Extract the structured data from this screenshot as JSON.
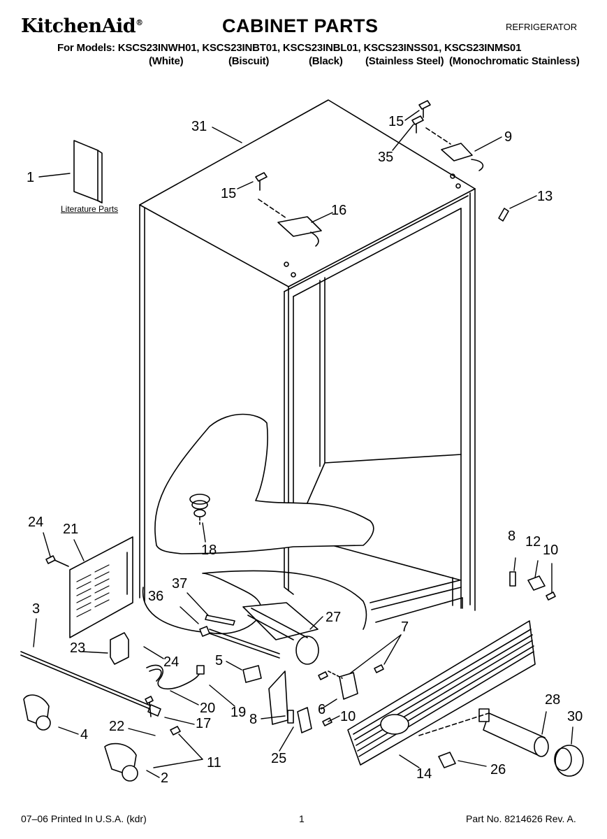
{
  "header": {
    "brand": "KitchenAid",
    "brand_mark": "®",
    "title": "CABINET PARTS",
    "product": "REFRIGERATOR",
    "models_line": "For Models: KSCS23INWH01, KSCS23INBT01, KSCS23INBL01, KSCS23INSS01, KSCS23INMS01",
    "variants": [
      "(White)",
      "(Biscuit)",
      "(Black)",
      "(Stainless Steel)",
      "(Monochromatic Stainless)"
    ]
  },
  "literature_label": "Literature Parts",
  "callouts": [
    "1",
    "2",
    "3",
    "4",
    "6",
    "7",
    "8",
    "8",
    "9",
    "10",
    "10",
    "11",
    "12",
    "13",
    "14",
    "15",
    "15",
    "16",
    "17",
    "18",
    "19",
    "20",
    "21",
    "22",
    "23",
    "24",
    "24",
    "25",
    "26",
    "27",
    "28",
    "30",
    "31",
    "35",
    "36",
    "37",
    "5"
  ],
  "footer": {
    "print_info": "07–06 Printed In U.S.A. (kdr)",
    "page_number": "1",
    "part_number": "Part No. 8214626 Rev. A."
  }
}
